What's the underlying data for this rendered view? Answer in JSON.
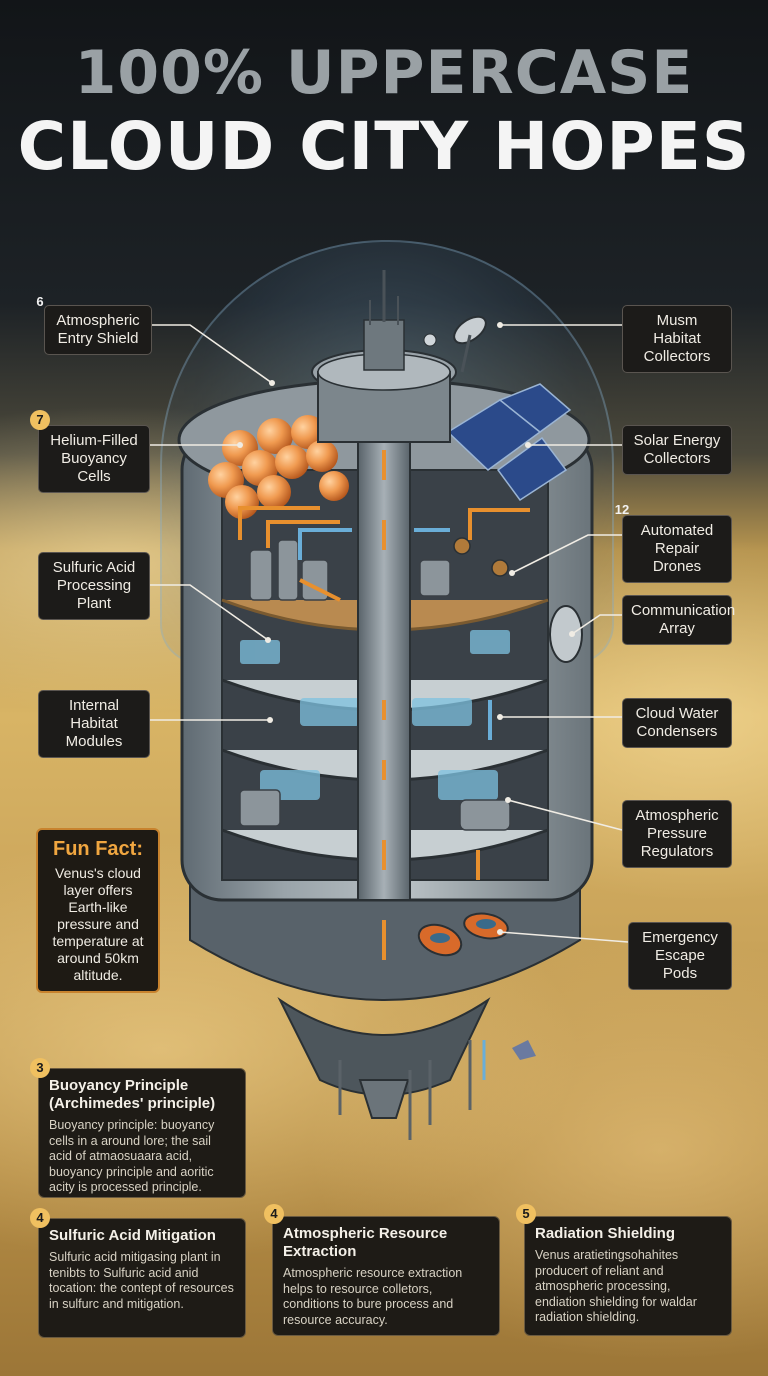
{
  "title": {
    "line1": "100% UPPERCASE",
    "line2": "CLOUD CITY HOPES"
  },
  "labels": {
    "entry_shield": {
      "num": "6",
      "text": "Atmospheric Entry Shield"
    },
    "helium": {
      "num": "7",
      "text": "Helium-Filled Buoyancy Cells"
    },
    "sulfuric_plant": {
      "text": "Sulfuric Acid Processing Plant"
    },
    "habitat_modules": {
      "text": "Internal Habitat Modules"
    },
    "musm": {
      "text": "Musm Habitat Collectors"
    },
    "solar": {
      "text": "Solar Energy Collectors"
    },
    "drones": {
      "num": "12",
      "text": "Automated Repair Drones"
    },
    "comm": {
      "text": "Communication Array"
    },
    "condensers": {
      "text": "Cloud Water Condensers"
    },
    "pressure": {
      "text": "Atmospheric Pressure Regulators"
    },
    "escape": {
      "text": "Emergency Escape Pods"
    }
  },
  "fun_fact": {
    "heading": "Fun Fact:",
    "body": "Venus's cloud layer offers Earth-like pressure and temperature at around 50km altitude."
  },
  "cards": [
    {
      "num": "3",
      "title": "Buoyancy Principle (Archimedes' principle)",
      "body": "Buoyancy principle: buoyancy cells in a around lore; the sail acid of atmaosuaara acid, buoyancy principle and aoritic acity is processed principle."
    },
    {
      "num": "4",
      "title": "Sulfuric Acid Mitigation",
      "body": "Sulfuric acid mitigasing plant in tenibts to Sulfuric acid anid tocation: the contept of resources in sulfurc and mitigation."
    },
    {
      "num": "4",
      "title": "Atmospheric Resource Extraction",
      "body": "Atmospheric resource extraction helps to resource colletors, conditions to bure process and resource accuracy."
    },
    {
      "num": "5",
      "title": "Radiation Shielding",
      "body": "Venus aratietingsohahites producert of reliant and atmospheric processing, endiation shielding for waldar radiation shielding."
    }
  ],
  "colors": {
    "accent": "#f0a640",
    "arrow": "#e8902e",
    "flow_blue": "#6aaed8"
  }
}
